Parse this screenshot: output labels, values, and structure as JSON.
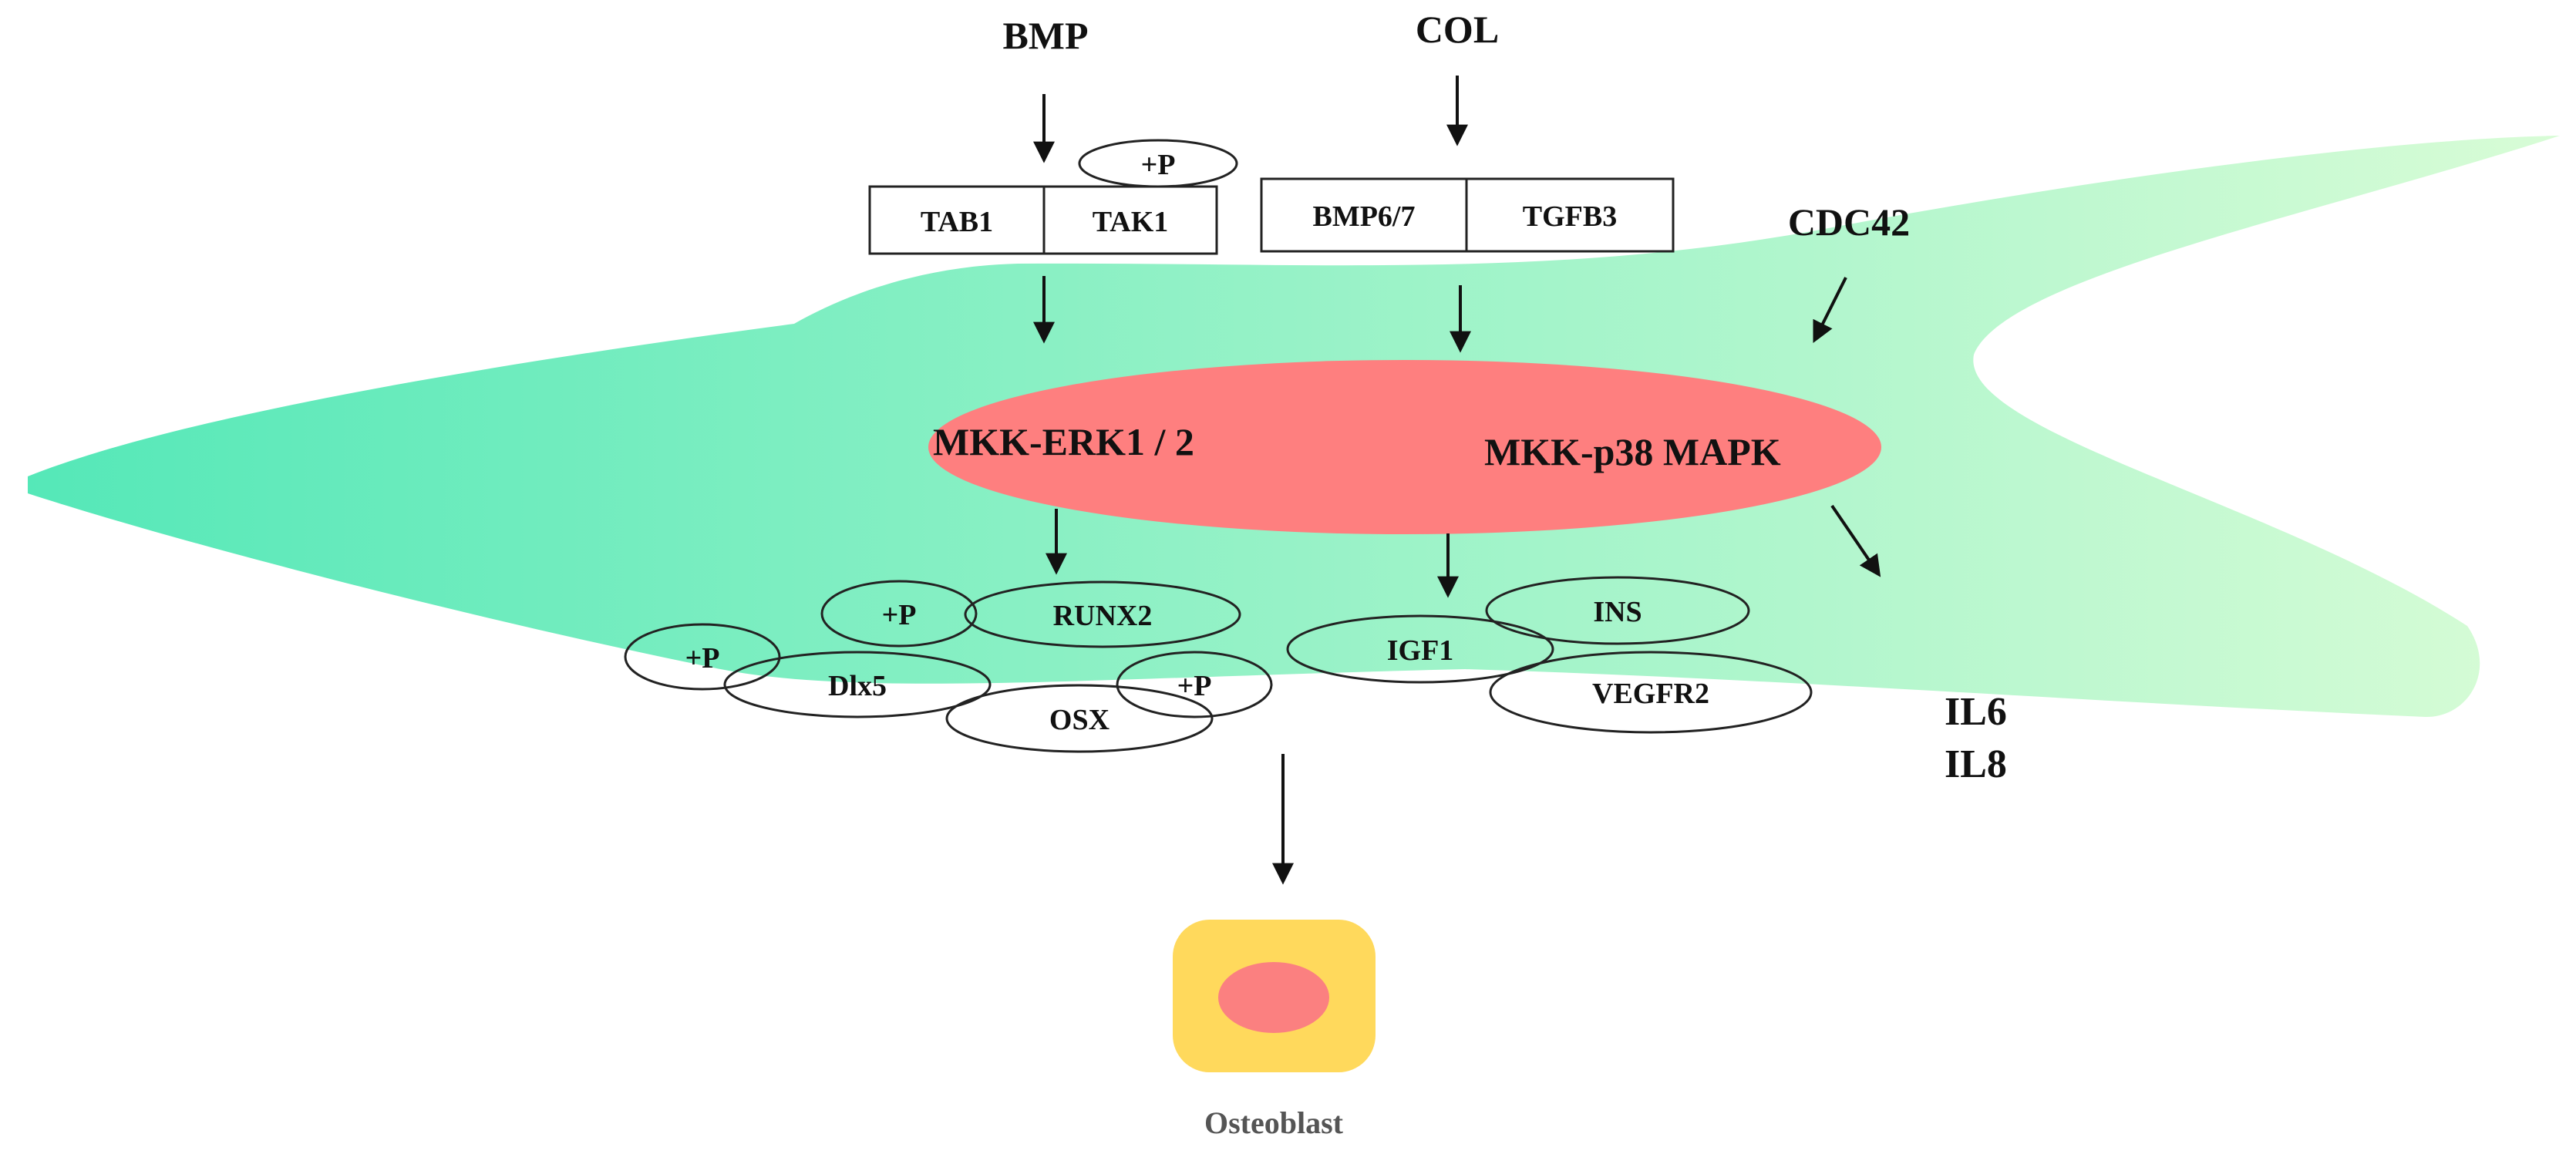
{
  "inputs": {
    "bmp": "BMP",
    "col": "COL",
    "cdc42": "CDC42"
  },
  "complex_left": {
    "left": "TAB1",
    "right": "TAK1",
    "phospho": "+P"
  },
  "complex_right": {
    "left": "BMP6/7",
    "right": "TGFB3"
  },
  "kinase_hub": {
    "erk": "MKK-ERK1 / 2",
    "p38": "MKK-p38 MAPK"
  },
  "transcription_factors": {
    "runx2": "RUNX2",
    "runx2_phospho": "+P",
    "dlx5": "Dlx5",
    "dlx5_phospho": "+P",
    "osx": "OSX",
    "osx_phospho": "+P"
  },
  "growth_factors": {
    "igf1": "IGF1",
    "ins": "INS",
    "vegfr2": "VEGFR2"
  },
  "cytokines": {
    "il6": "IL6",
    "il8": "IL8"
  },
  "outcome": {
    "label": "Osteoblast"
  },
  "colors": {
    "cell_gradient_start": "#55e8b8",
    "cell_gradient_end": "#d8fcd6",
    "hub_fill": "#fe7f7f",
    "osteoblast_outer": "#ffd95c",
    "osteoblast_nucleus": "#fb8080"
  }
}
